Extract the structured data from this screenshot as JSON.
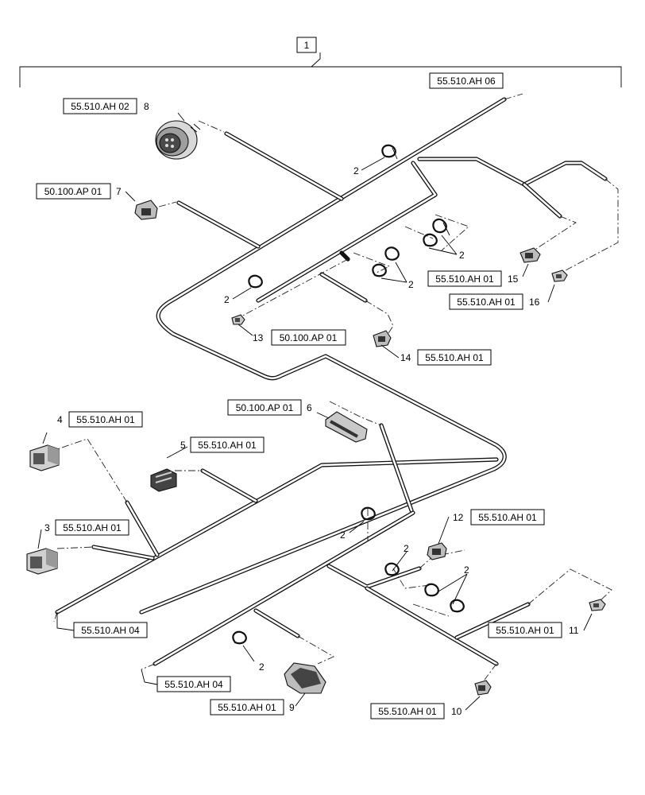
{
  "assembly": {
    "item": "1"
  },
  "references": {
    "r_ah06": "55.510.AH 06",
    "r_ah02": "55.510.AH 02",
    "r_ap01_7": "50.100.AP 01",
    "r_ah01_15": "55.510.AH 01",
    "r_ah01_16": "55.510.AH 01",
    "r_ap01_13": "50.100.AP 01",
    "r_ah01_14": "55.510.AH 01",
    "r_ap01_6": "50.100.AP 01",
    "r_ah01_4": "55.510.AH 01",
    "r_ah01_5": "55.510.AH 01",
    "r_ah01_3": "55.510.AH 01",
    "r_ah01_12": "55.510.AH 01",
    "r_ah04_a": "55.510.AH 04",
    "r_ah01_11": "55.510.AH 01",
    "r_ah04_b": "55.510.AH 04",
    "r_ah01_9": "55.510.AH 01",
    "r_ah01_10": "55.510.AH 01"
  },
  "callouts": {
    "n8": "8",
    "n7": "7",
    "n15": "15",
    "n16": "16",
    "n13": "13",
    "n14": "14",
    "n6": "6",
    "n4": "4",
    "n5": "5",
    "n3": "3",
    "n12": "12",
    "n11": "11",
    "n9": "9",
    "n10": "10",
    "n2a": "2",
    "n2b": "2",
    "n2c": "2",
    "n2d": "2",
    "n2e": "2",
    "n2f": "2",
    "n2g": "2",
    "n2h": "2"
  }
}
